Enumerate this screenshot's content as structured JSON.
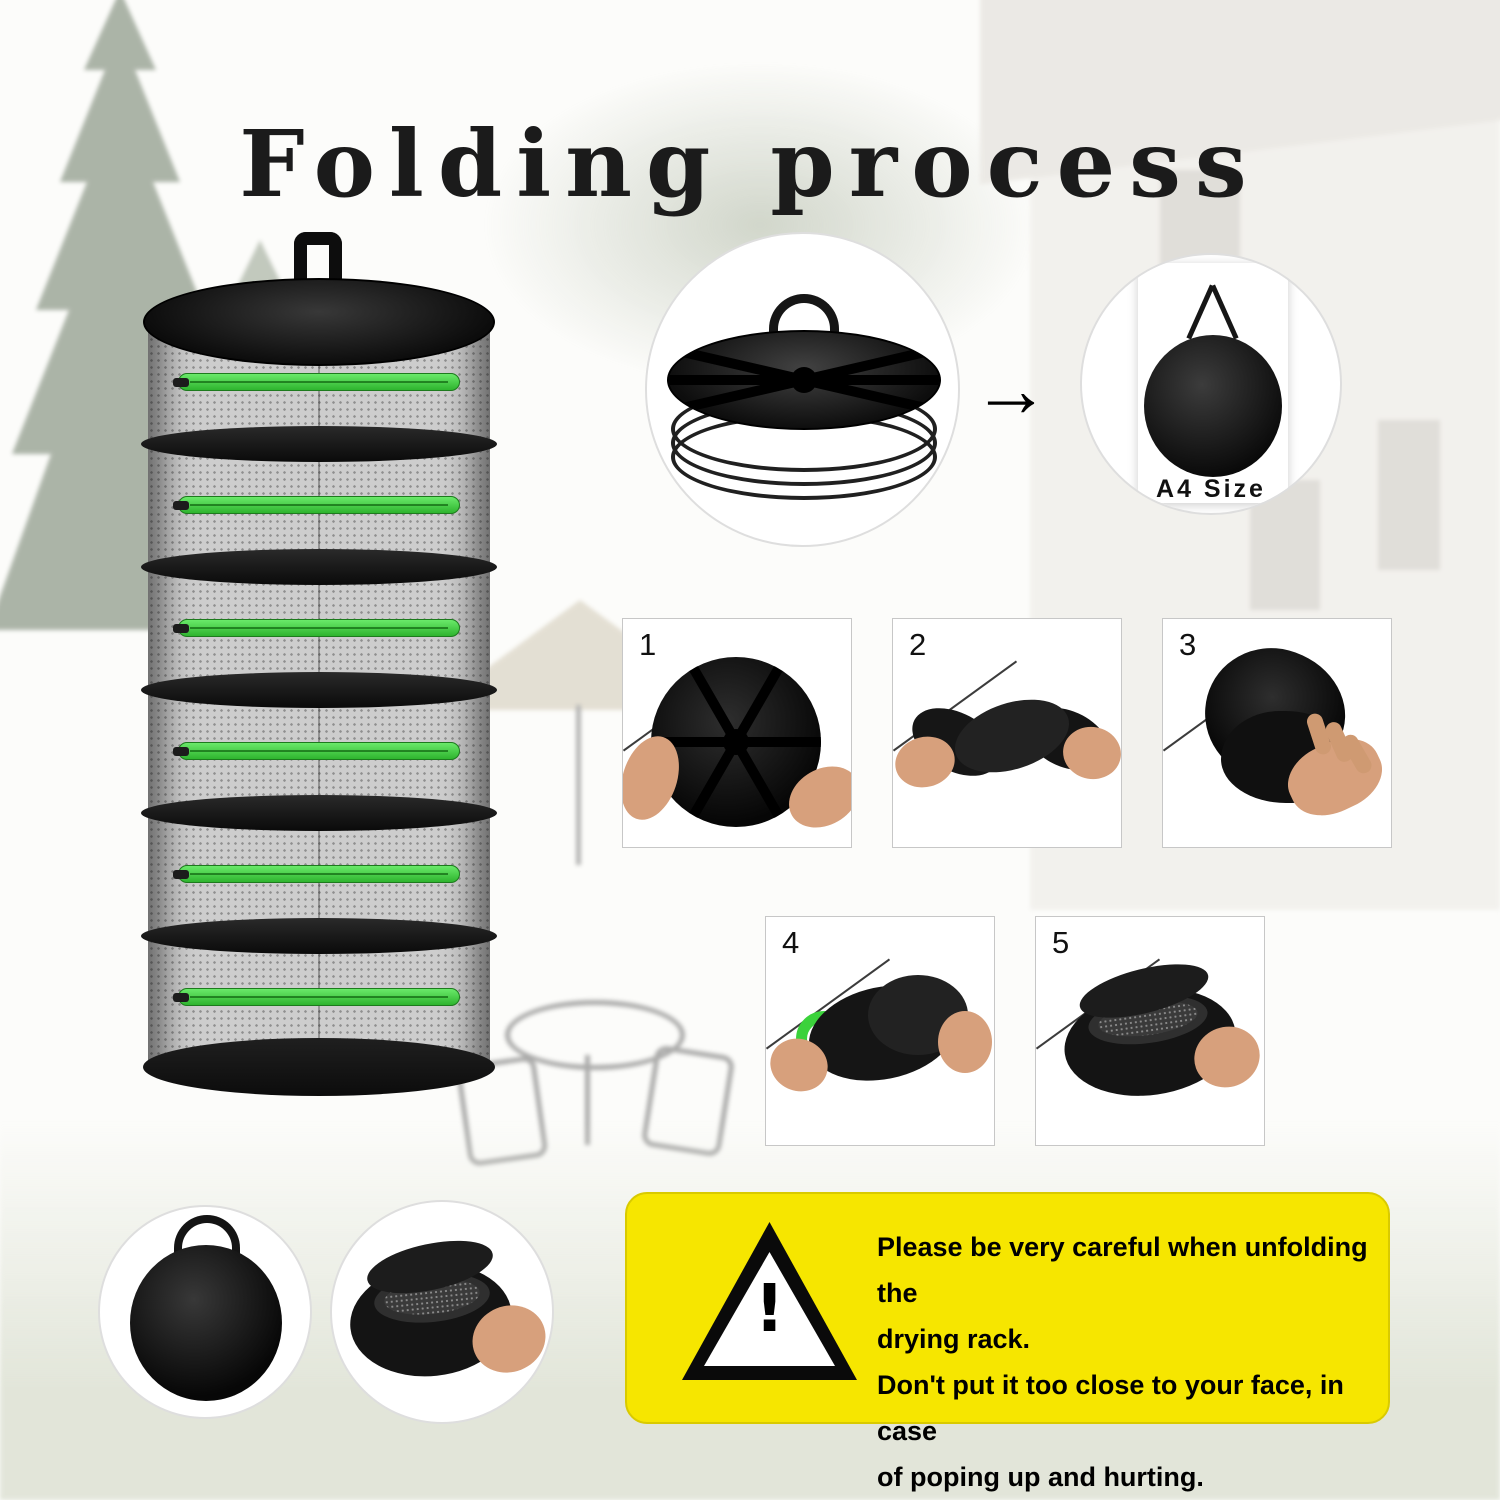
{
  "title": "Folding process",
  "a4_panel": {
    "label": "A4 Size"
  },
  "icons": {
    "arrow_right": "→",
    "warning_mark": "!"
  },
  "steps": [
    {
      "num": "1"
    },
    {
      "num": "2"
    },
    {
      "num": "3"
    },
    {
      "num": "4"
    },
    {
      "num": "5"
    }
  ],
  "warning": {
    "lines": [
      "Please be very careful when unfolding the",
      "drying rack.",
      "Don't put it too close to your face, in case",
      "of poping up and hurting."
    ]
  },
  "colors": {
    "zipper_green": "#3ecf3e",
    "warning_yellow": "#f6e600",
    "rack_dark": "#141414"
  }
}
